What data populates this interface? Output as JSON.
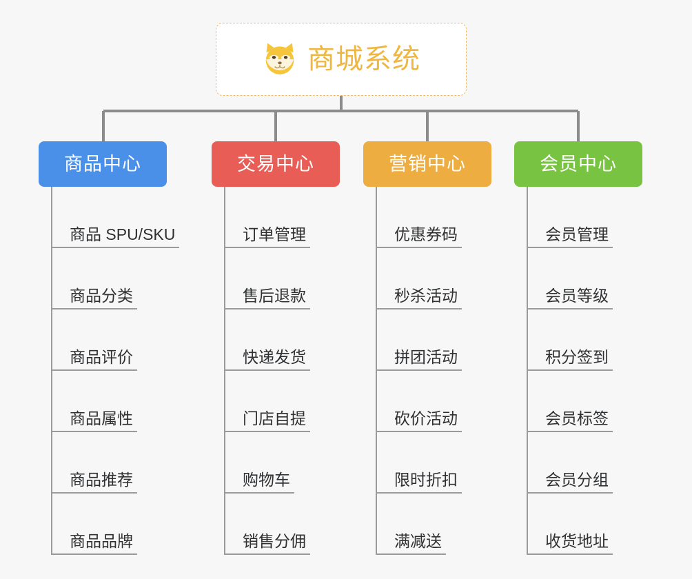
{
  "root": {
    "title": "商城系统",
    "icon": "shiba-dog-face-icon",
    "border_color": "#edbb63",
    "text_color": "#f0b740",
    "background": "#ffffff"
  },
  "canvas": {
    "background": "#f7f7f7",
    "connector_color": "#8c8c8c"
  },
  "columns": [
    {
      "label": "商品中心",
      "color": "#4a90e8",
      "items": [
        "商品 SPU/SKU",
        "商品分类",
        "商品评价",
        "商品属性",
        "商品推荐",
        "商品品牌"
      ]
    },
    {
      "label": "交易中心",
      "color": "#e85d55",
      "items": [
        "订单管理",
        "售后退款",
        "快递发货",
        "门店自提",
        "购物车",
        "销售分佣"
      ]
    },
    {
      "label": "营销中心",
      "color": "#eead41",
      "items": [
        "优惠券码",
        "秒杀活动",
        "拼团活动",
        "砍价活动",
        "限时折扣",
        "满减送"
      ]
    },
    {
      "label": "会员中心",
      "color": "#78c341",
      "items": [
        "会员管理",
        "会员等级",
        "积分签到",
        "会员标签",
        "会员分组",
        "收货地址"
      ]
    }
  ]
}
